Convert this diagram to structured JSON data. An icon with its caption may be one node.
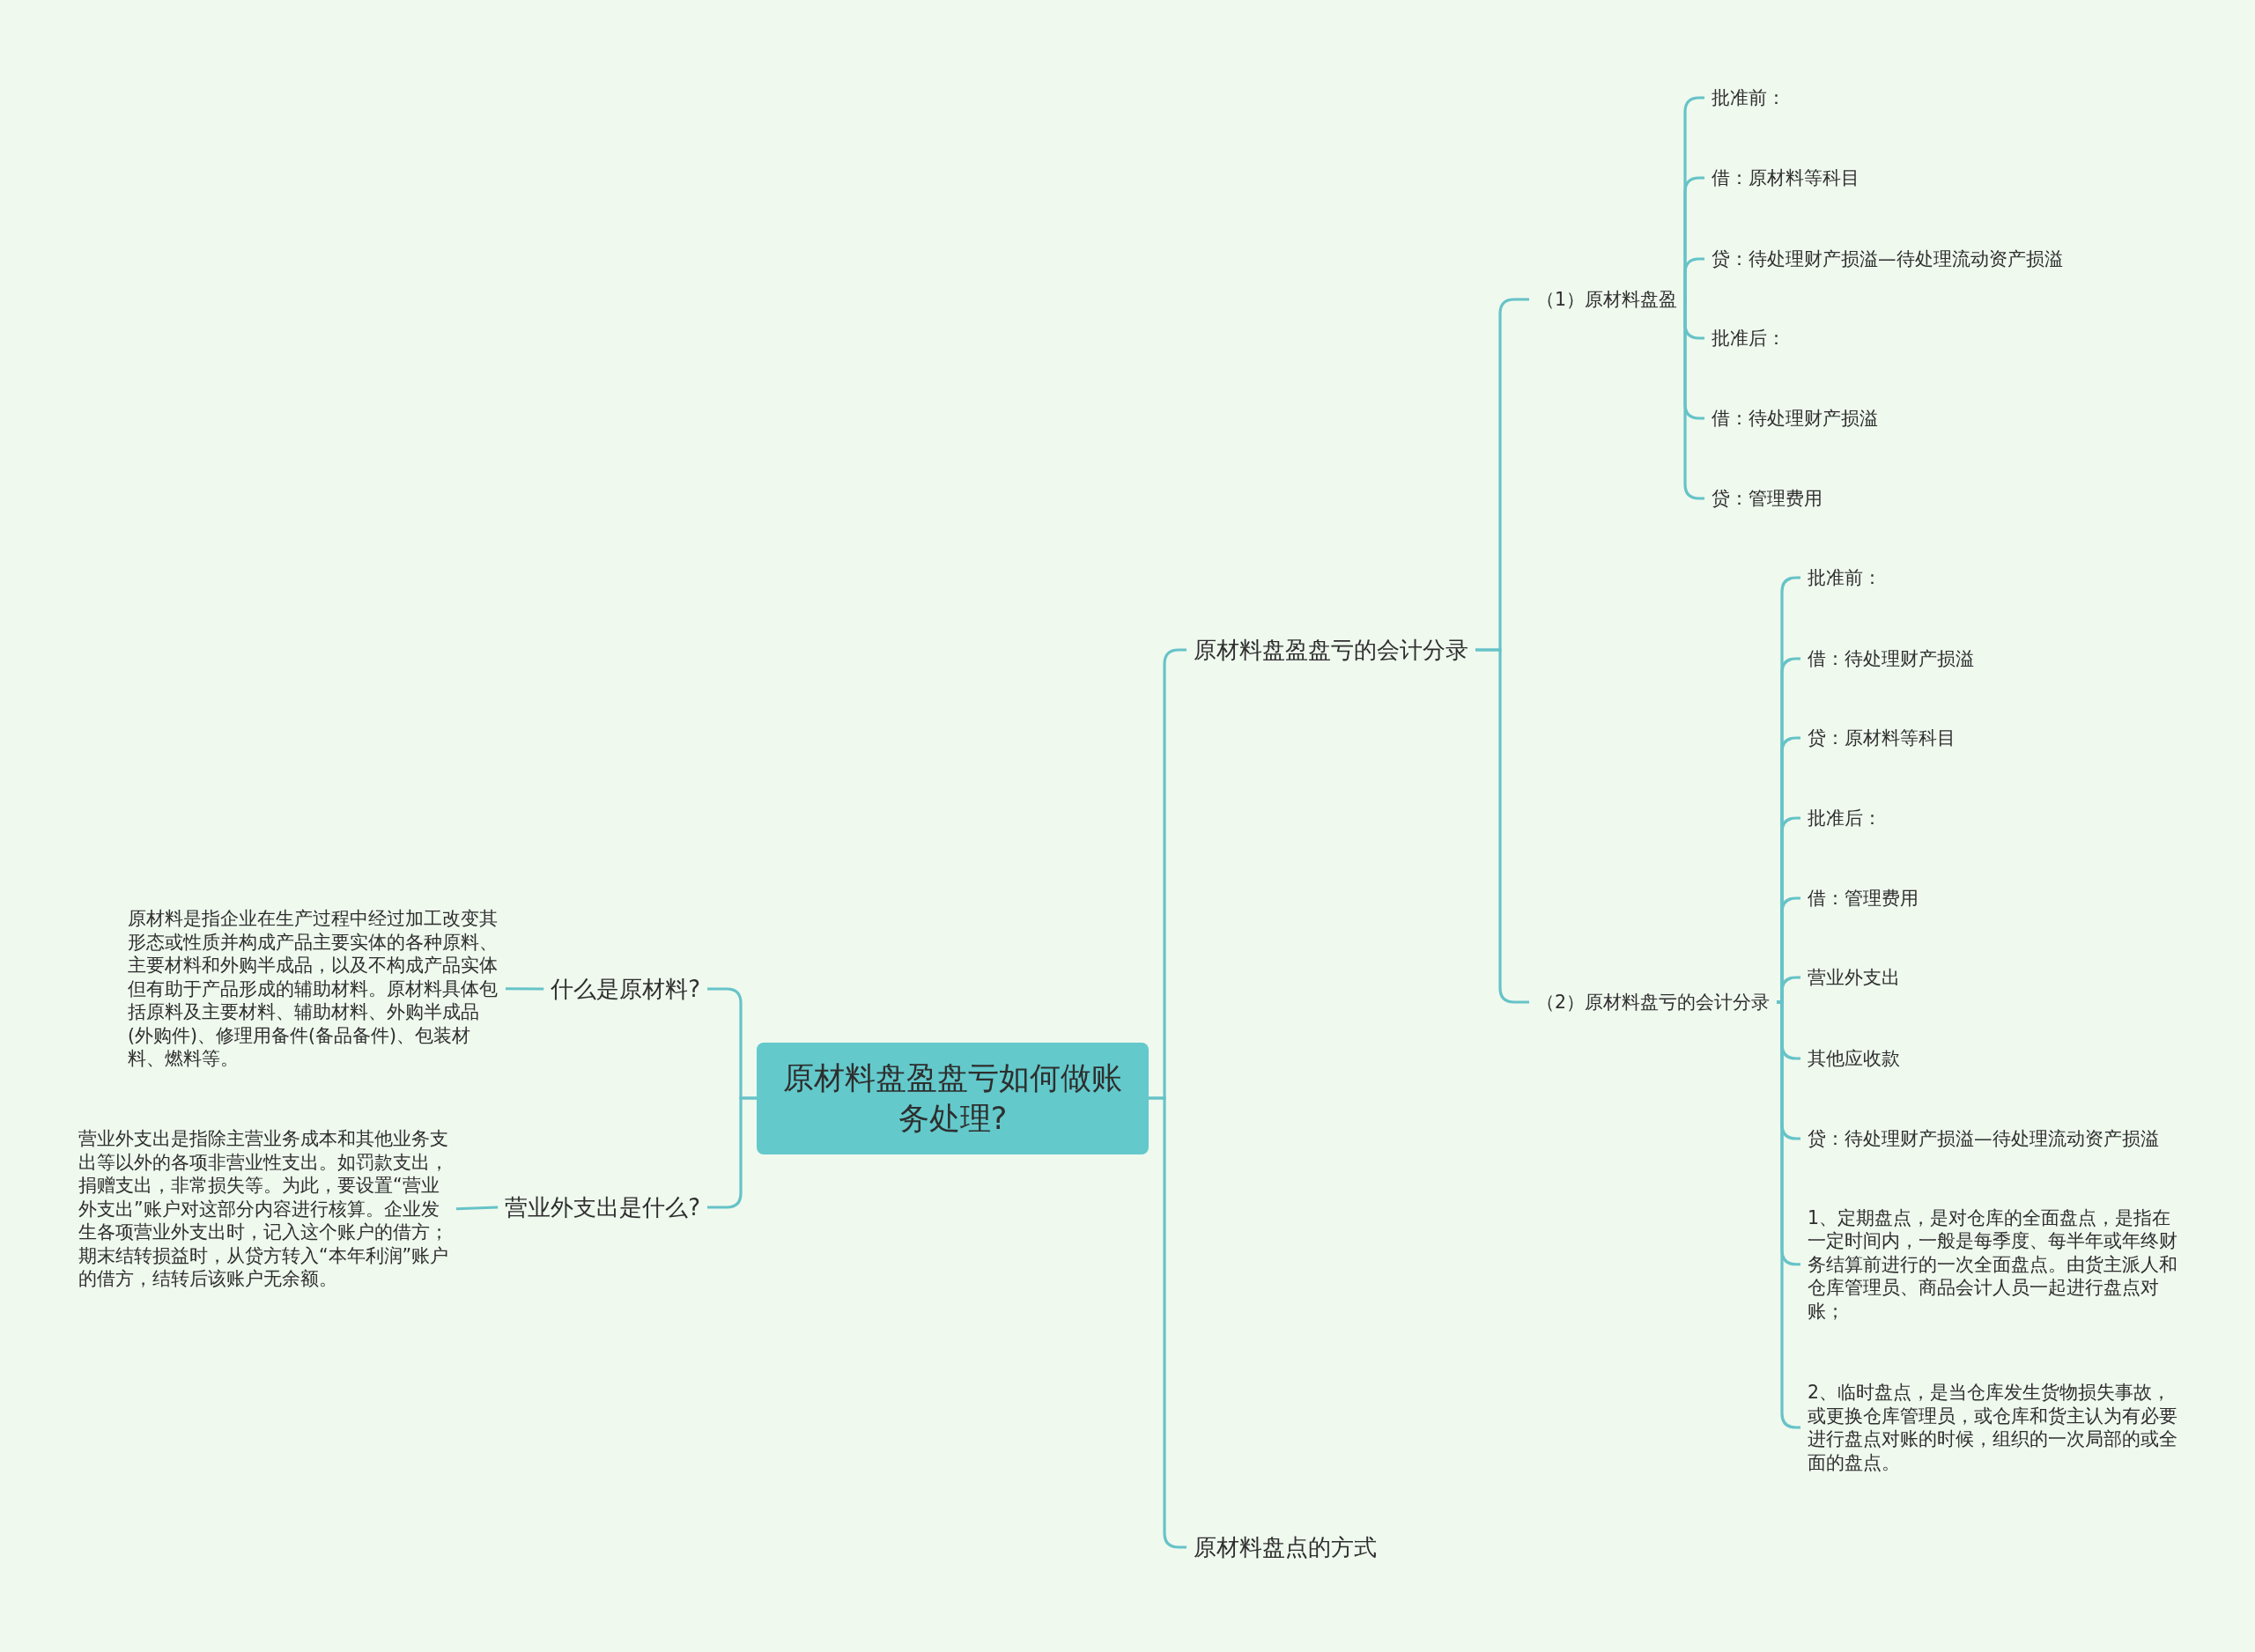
{
  "diagram": {
    "nodes": [
      {
        "text": [
          "原材料盘盈盘亏如何做账务处理?"
        ]
      },
      {
        "text": [
          "什么是原材料?"
        ]
      },
      {
        "text": [
          "原材料是指企业在生产过程中经过加工改变其形态或性质并构成产品主要实体的各种原料、主要材料和外购半成品，以及不构成产品实体但有助于产品形成的辅助材料。原材料具体包括原料及主要材料、辅助材料、外购半成品(外购件)、修理用备件(备品备件)、包装材料、燃料等。"
        ]
      },
      {
        "text": [
          "营业外支出是什么?"
        ]
      },
      {
        "text": [
          "营业外支出是指除主营业务成本和其他业务支出等以外的各项非营业性支出。如罚款支出，捐赠支出，非常损失等。为此，要设置“营业外支出”账户对这部分内容进行核算。企业发生各项营业外支出时，记入这个账户的借方；期末结转损益时，从贷方转入“本年利润”账户的借方，结转后该账户无余额。"
        ]
      },
      {
        "text": [
          "原材料盘盈盘亏的会计分录"
        ]
      },
      {
        "text": [
          "（1）原材料盘盈"
        ]
      },
      {
        "text": [
          "批准前："
        ]
      },
      {
        "text": [
          "借：原材料等科目"
        ]
      },
      {
        "text": [
          "贷：待处理财产损溢—待处理流动资产损溢"
        ]
      },
      {
        "text": [
          "批准后："
        ]
      },
      {
        "text": [
          "借：待处理财产损溢"
        ]
      },
      {
        "text": [
          "贷：管理费用"
        ]
      },
      {
        "text": [
          "（2）原材料盘亏的会计分录"
        ]
      },
      {
        "text": [
          "批准前："
        ]
      },
      {
        "text": [
          "借：待处理财产损溢"
        ]
      },
      {
        "text": [
          "贷：原材料等科目"
        ]
      },
      {
        "text": [
          "批准后："
        ]
      },
      {
        "text": [
          "借：管理费用"
        ]
      },
      {
        "text": [
          "营业外支出"
        ]
      },
      {
        "text": [
          "其他应收款"
        ]
      },
      {
        "text": [
          "贷：待处理财产损溢—待处理流动资产损溢"
        ]
      },
      {
        "text": [
          "1、定期盘点，是对仓库的全面盘点，是指在一定时间内，一般是每季度、每半年或年终财务结算前进行的一次全面盘点。由货主派人和仓库管理员、商品会计人员一起进行盘点对账；"
        ]
      },
      {
        "text": [
          "2、临时盘点，是当仓库发生货物损失事故，或更换仓库管理员，或仓库和货主认为有必要进行盘点对账的时候，组织的一次局部的或全面的盘点。"
        ]
      },
      {
        "text": [
          "原材料盘点的方式"
        ]
      }
    ],
    "edges": [
      {
        "from": 0,
        "to": 1,
        "arrow": "none"
      },
      {
        "from": 1,
        "to": 2,
        "arrow": "none"
      },
      {
        "from": 0,
        "to": 3,
        "arrow": "none"
      },
      {
        "from": 3,
        "to": 4,
        "arrow": "none"
      },
      {
        "from": 0,
        "to": 5,
        "arrow": "none"
      },
      {
        "from": 5,
        "to": 6,
        "arrow": "none"
      },
      {
        "from": 6,
        "to": 7,
        "arrow": "none"
      },
      {
        "from": 6,
        "to": 8,
        "arrow": "none"
      },
      {
        "from": 6,
        "to": 9,
        "arrow": "none"
      },
      {
        "from": 6,
        "to": 10,
        "arrow": "none"
      },
      {
        "from": 6,
        "to": 11,
        "arrow": "none"
      },
      {
        "from": 6,
        "to": 12,
        "arrow": "none"
      },
      {
        "from": 5,
        "to": 13,
        "arrow": "none"
      },
      {
        "from": 13,
        "to": 14,
        "arrow": "none"
      },
      {
        "from": 13,
        "to": 15,
        "arrow": "none"
      },
      {
        "from": 13,
        "to": 16,
        "arrow": "none"
      },
      {
        "from": 13,
        "to": 17,
        "arrow": "none"
      },
      {
        "from": 13,
        "to": 18,
        "arrow": "none"
      },
      {
        "from": 13,
        "to": 19,
        "arrow": "none"
      },
      {
        "from": 13,
        "to": 20,
        "arrow": "none"
      },
      {
        "from": 13,
        "to": 21,
        "arrow": "none"
      },
      {
        "from": 13,
        "to": 22,
        "arrow": "none"
      },
      {
        "from": 13,
        "to": 23,
        "arrow": "none"
      },
      {
        "from": 0,
        "to": 24,
        "arrow": "none"
      }
    ]
  }
}
